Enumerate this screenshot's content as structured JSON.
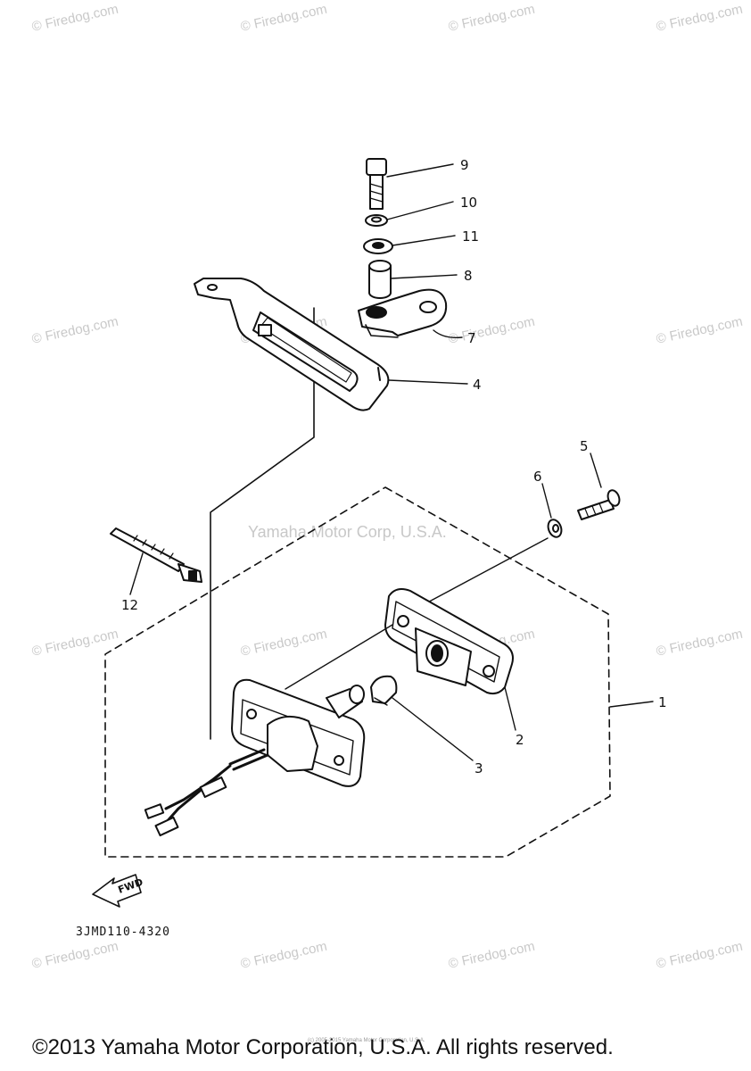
{
  "diagram": {
    "callouts": [
      {
        "id": "n9",
        "label": "9"
      },
      {
        "id": "n10",
        "label": "10"
      },
      {
        "id": "n11",
        "label": "11"
      },
      {
        "id": "n8",
        "label": "8"
      },
      {
        "id": "n7",
        "label": "7"
      },
      {
        "id": "n4",
        "label": "4"
      },
      {
        "id": "n5",
        "label": "5"
      },
      {
        "id": "n6",
        "label": "6"
      },
      {
        "id": "n12",
        "label": "12"
      },
      {
        "id": "n1",
        "label": "1"
      },
      {
        "id": "n2",
        "label": "2"
      },
      {
        "id": "n3",
        "label": "3"
      }
    ],
    "fwd_label": "FWD",
    "drawing_code": "3JMD110-4320"
  },
  "watermarks": {
    "firedog": "© Firedog.com",
    "center": "Yamaha Motor Corp, U.S.A."
  },
  "footer": {
    "copyright": "©2013 Yamaha Motor Corporation, U.S.A. All rights reserved.",
    "fine_print": "(c) 2005-2015 Yamaha Motor Corporation, U.S.A."
  }
}
